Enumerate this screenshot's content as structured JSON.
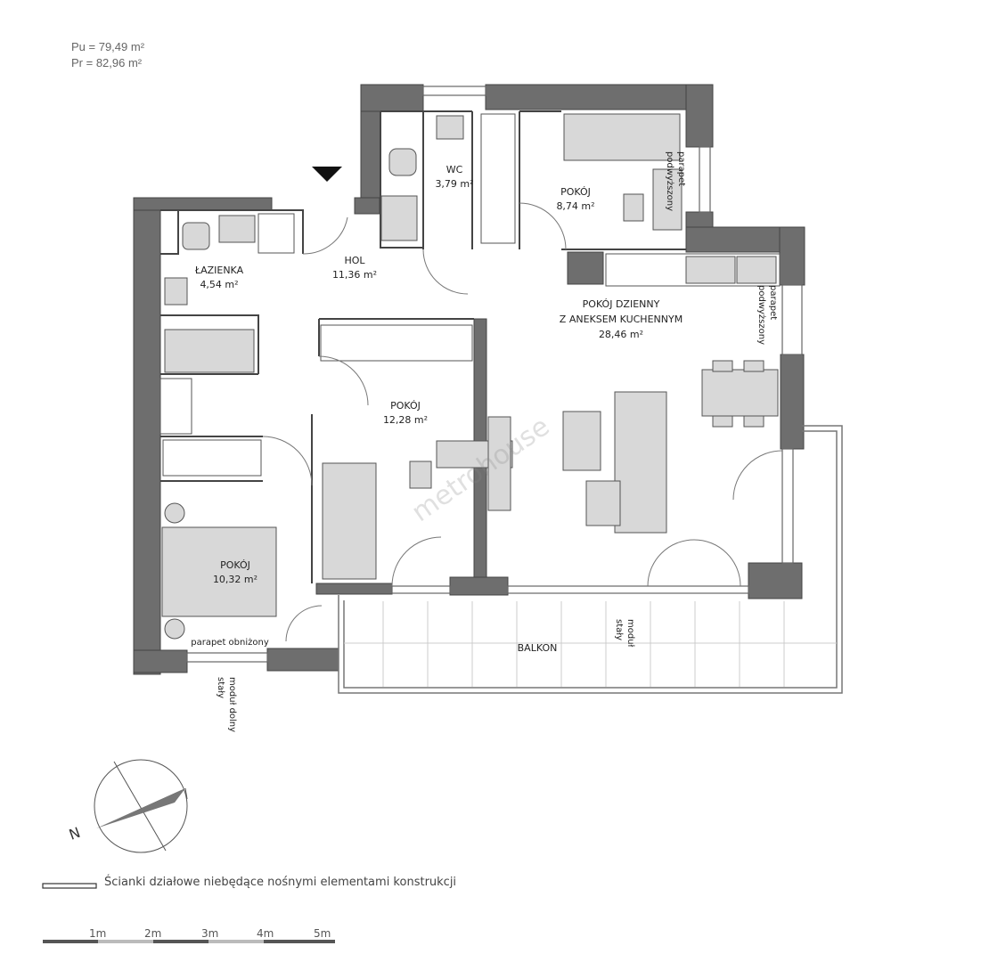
{
  "areas": {
    "pu": "Pu = 79,49 m²",
    "pr": "Pr = 82,96 m²"
  },
  "rooms": {
    "wc": {
      "name": "WC",
      "area": "3,79 m²"
    },
    "pokoj_top": {
      "name": "POKÓJ",
      "area": "8,74 m²"
    },
    "hol": {
      "name": "HOL",
      "area": "11,36 m²"
    },
    "lazienka": {
      "name": "ŁAZIENKA",
      "area": "4,54 m²"
    },
    "dzienny": {
      "name1": "POKÓJ DZIENNY",
      "name2": "Z ANEKSEM KUCHENNYM",
      "area": "28,46 m²"
    },
    "pokoj_mid": {
      "name": "POKÓJ",
      "area": "12,28 m²"
    },
    "pokoj_left": {
      "name": "POKÓJ",
      "area": "10,32 m²"
    },
    "balkon": {
      "name": "BALKON"
    }
  },
  "notes": {
    "parapet_top_1": "parapet",
    "parapet_top_2": "podwyższony",
    "parapet_right_1": "parapet",
    "parapet_right_2": "podwyższony",
    "parapet_low": "parapet obniżony",
    "modul_staly_1": "moduł",
    "modul_staly_2": "stały",
    "modul_dolny_1": "moduł dolny",
    "modul_dolny_2": "stały"
  },
  "watermark": "metrohouse",
  "legend": {
    "text": "Ścianki działowe niebędące nośnymi elementami konstrukcji"
  },
  "scale": {
    "labels": [
      "1m",
      "2m",
      "3m",
      "4m",
      "5m"
    ]
  },
  "compass": {
    "north_label": "N"
  },
  "colors": {
    "wall": "#6e6e6e",
    "furniture": "#cfcfcf",
    "line": "#666666"
  }
}
